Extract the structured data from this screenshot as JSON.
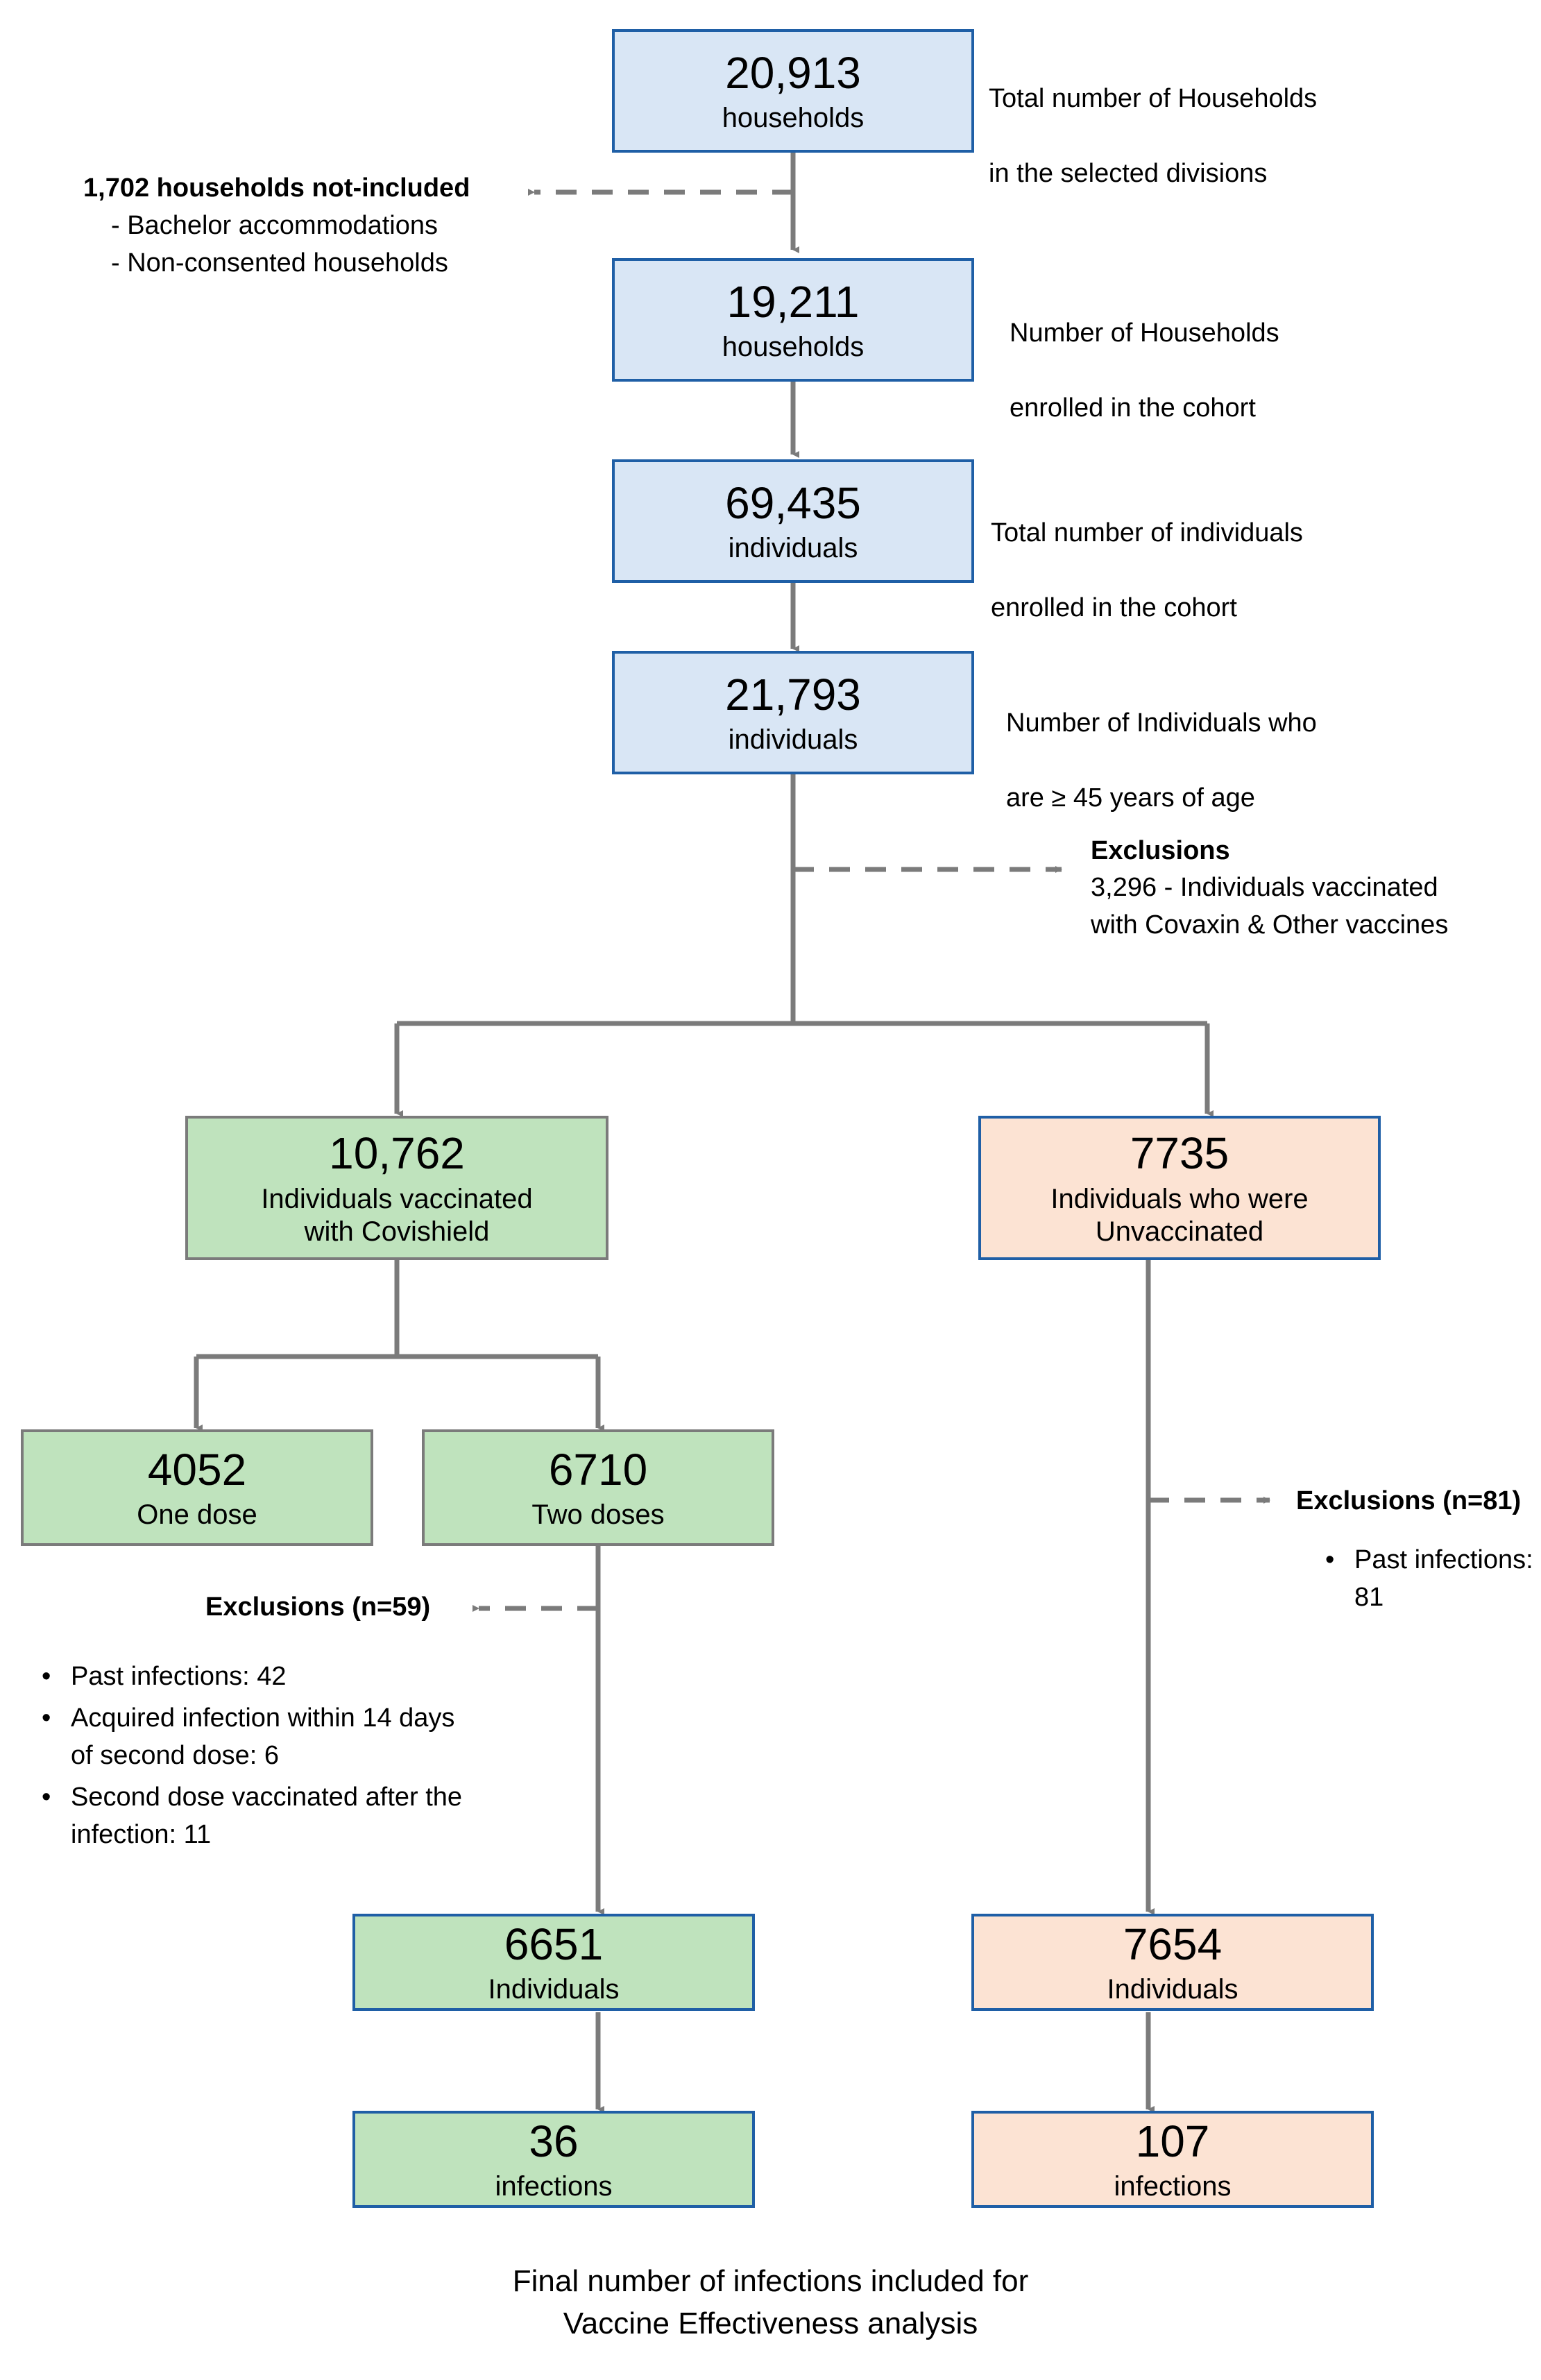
{
  "chart_data": {
    "type": "diagram",
    "title": "Participant flow diagram for vaccine effectiveness cohort",
    "nodes": [
      {
        "id": "households-total",
        "value": "20,913",
        "unit": "households"
      },
      {
        "id": "households-enrolled",
        "value": "19,211",
        "unit": "households"
      },
      {
        "id": "individuals-enrolled",
        "value": "69,435",
        "unit": "individuals"
      },
      {
        "id": "individuals-45plus",
        "value": "21,793",
        "unit": "individuals"
      },
      {
        "id": "covishield",
        "value": "10,762",
        "unit": "Individuals vaccinated with Covishield"
      },
      {
        "id": "unvaccinated",
        "value": "7735",
        "unit": "Individuals who were Unvaccinated"
      },
      {
        "id": "one-dose",
        "value": "4052",
        "unit": "One dose"
      },
      {
        "id": "two-doses",
        "value": "6710",
        "unit": "Two doses"
      },
      {
        "id": "vax-final-individuals",
        "value": "6651",
        "unit": "Individuals"
      },
      {
        "id": "unvax-final-individuals",
        "value": "7654",
        "unit": "Individuals"
      },
      {
        "id": "vax-infections",
        "value": "36",
        "unit": "infections"
      },
      {
        "id": "unvax-infections",
        "value": "107",
        "unit": "infections"
      }
    ],
    "exclusions": [
      {
        "from": "households-total",
        "count": "1,702",
        "reasons": [
          "Bachelor accommodations",
          "Non-consented households"
        ]
      },
      {
        "from": "individuals-45plus",
        "count": "3,296",
        "reasons": [
          "Individuals vaccinated with Covaxin & Other vaccines"
        ]
      },
      {
        "from": "two-doses",
        "count": "59",
        "reasons": [
          "Past infections: 42",
          "Acquired infection within 14 days of second dose: 6",
          "Second dose vaccinated after the infection: 11"
        ]
      },
      {
        "from": "unvaccinated",
        "count": "81",
        "reasons": [
          "Past infections: 81"
        ]
      }
    ]
  },
  "colors": {
    "blue_fill": "#d9e6f5",
    "blue_border": "#1f5fa6",
    "green_fill": "#bfe3bd",
    "green_border": "#7b7b7b",
    "orange_fill": "#fce3d3",
    "connector": "#7b7b7b"
  },
  "boxes": {
    "households_total": {
      "number": "20,913",
      "label": "households"
    },
    "households_enrolled": {
      "number": "19,211",
      "label": "households"
    },
    "individuals_enrolled": {
      "number": "69,435",
      "label": "individuals"
    },
    "individuals_45plus": {
      "number": "21,793",
      "label": "individuals"
    },
    "covishield": {
      "number": "10,762",
      "label": "Individuals vaccinated",
      "label2": "with Covishield"
    },
    "unvaccinated": {
      "number": "7735",
      "label": "Individuals who were",
      "label2": "Unvaccinated"
    },
    "one_dose": {
      "number": "4052",
      "label": "One dose"
    },
    "two_doses": {
      "number": "6710",
      "label": "Two doses"
    },
    "vax_individuals": {
      "number": "6651",
      "label": "Individuals"
    },
    "unvax_individuals": {
      "number": "7654",
      "label": "Individuals"
    },
    "vax_infections": {
      "number": "36",
      "label": "infections"
    },
    "unvax_infections": {
      "number": "107",
      "label": "infections"
    }
  },
  "annotations": {
    "households_total_note_l1": "Total number of Households",
    "households_total_note_l2": "in the selected divisions",
    "households_enrolled_note_l1": "Number of Households",
    "households_enrolled_note_l2": "enrolled in the cohort",
    "individuals_enrolled_note_l1": "Total number of individuals",
    "individuals_enrolled_note_l2": "enrolled in the cohort",
    "individuals_45plus_note_l1": "Number of Individuals who",
    "individuals_45plus_note_l2": "are ≥ 45 years of age"
  },
  "exclusion_households": {
    "headline": "1,702 households not-included",
    "item1": "- Bachelor accommodations",
    "item2": "- Non-consented households"
  },
  "exclusion_vaccines": {
    "title": "Exclusions",
    "line1": "3,296 - Individuals vaccinated",
    "line2": "with Covaxin & Other vaccines"
  },
  "exclusion_two_doses": {
    "title": "Exclusions (n=59)",
    "bullets": [
      "Past infections: 42",
      "Acquired infection within 14 days of second dose: 6",
      "Second dose vaccinated after the infection: 11"
    ]
  },
  "exclusion_unvaccinated": {
    "title": "Exclusions (n=81)",
    "bullets": [
      "Past infections: 81"
    ]
  },
  "caption": {
    "line1": "Final number of infections included for",
    "line2": "Vaccine Effectiveness analysis"
  }
}
